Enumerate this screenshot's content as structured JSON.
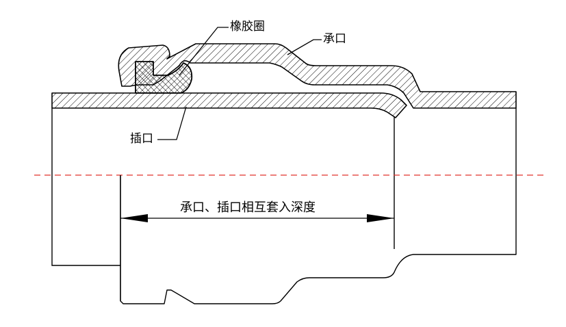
{
  "labels": {
    "rubber_ring": "橡胶圈",
    "socket": "承口",
    "spigot": "插口",
    "insertion_depth": "承口、插口相互套入深度"
  },
  "colors": {
    "line": "#000000",
    "centerline": "#e0302a",
    "background": "#ffffff"
  }
}
